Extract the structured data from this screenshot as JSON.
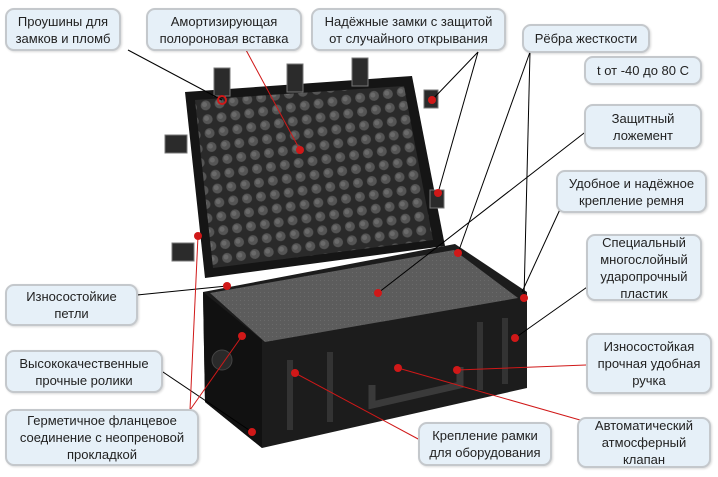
{
  "colors": {
    "label_bg": "#e6f0f8",
    "label_border": "#c4c8cc",
    "marker": "#d01818",
    "case": "#1e1e1e",
    "foam": "#5a5a5a"
  },
  "labels": {
    "eyelets": "Проушины для\nзамков и пломб",
    "foam_insert": "Амортизирующая\nполороновая вставка",
    "locks": "Надёжные замки с защитой\nот случайного открывания",
    "ribs": "Рёбра жесткости",
    "temperature": "t от -40 до 80 С",
    "protective_bed": "Защитный\nложемент",
    "strap_mount": "Удобное и надёжное\nкрепление ремня",
    "plastic": "Специальный\nмногослойный\nударопрочный\nпластик",
    "hinges": "Износостойкие\nпетли",
    "wheels": "Высококачественные\nпрочные ролики",
    "handle": "Износостойкая\nпрочная удобная\nручка",
    "seal": "Герметичное фланцевое\nсоединение с неопреновой\nпрокладкой",
    "frame_mount": "Крепление рамки\nдля оборудования",
    "valve": "Автоматический\nатмосферный\nклапан"
  }
}
